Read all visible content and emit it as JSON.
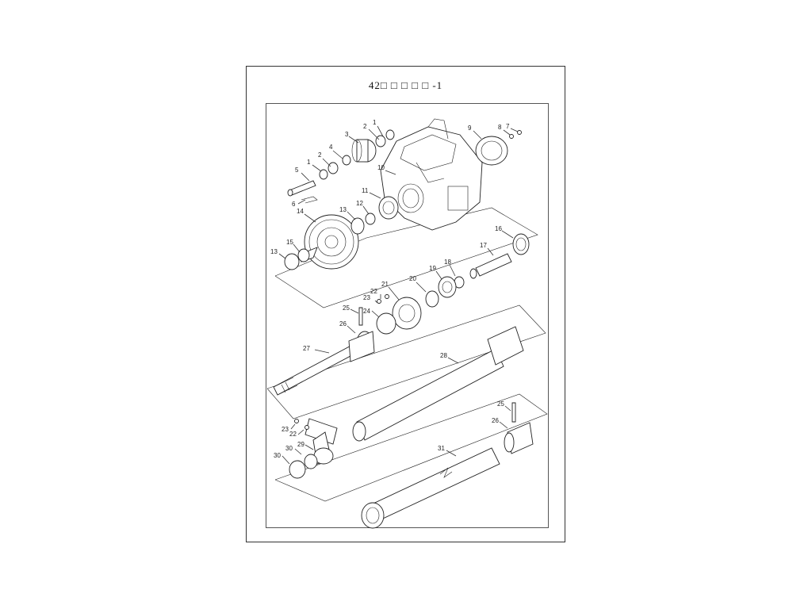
{
  "page": {
    "title": "42□ □ □ □ □ -1"
  },
  "callouts": [
    "1",
    "2",
    "3",
    "4",
    "5",
    "6",
    "7",
    "8",
    "9",
    "10",
    "11",
    "12",
    "13",
    "14",
    "15",
    "16",
    "17",
    "18",
    "19",
    "20",
    "21",
    "22",
    "23",
    "24",
    "25",
    "26",
    "27",
    "28",
    "29",
    "30",
    "31"
  ]
}
